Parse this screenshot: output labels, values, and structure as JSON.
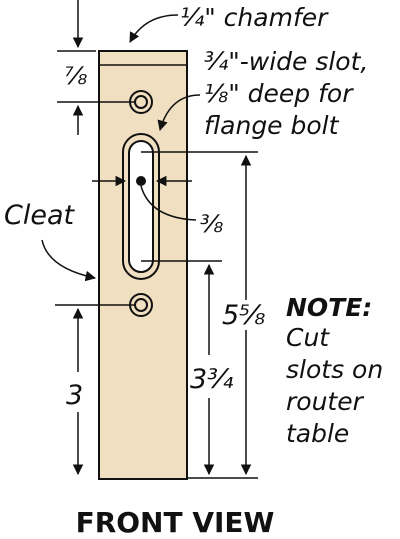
{
  "diagram": {
    "title": "FRONT VIEW",
    "chamfer_label": "¼\" chamfer",
    "slot_label": [
      "¾\"-wide slot,",
      "⅛\"  deep for",
      "flange bolt"
    ],
    "cleat_label": "Cleat",
    "dim_top": "⅞",
    "dim_slot_offset": "⅜",
    "dim_slot_length": "5⅝",
    "dim_lower": "3¾",
    "dim_bottom": "3",
    "note_title": "NOTE:",
    "note_body": [
      "Cut",
      "slots on",
      "router",
      "table"
    ]
  },
  "colors": {
    "wood": "#f0dfc0",
    "line": "#111111",
    "slot_fill": "#ffffff"
  }
}
